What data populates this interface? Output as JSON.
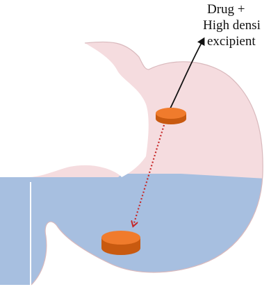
{
  "diagram": {
    "annotation": {
      "line1": "Drug +",
      "line2": "High densi",
      "line3": "excipient"
    },
    "colors": {
      "stomach_upper": "#f5dcdf",
      "stomach_outline": "#e3c2c6",
      "fluid": "#a7bfe0",
      "tablet_top": "#f07b2c",
      "tablet_side": "#c85a10",
      "trajectory": "#c62828",
      "pointer": "#111111"
    }
  }
}
